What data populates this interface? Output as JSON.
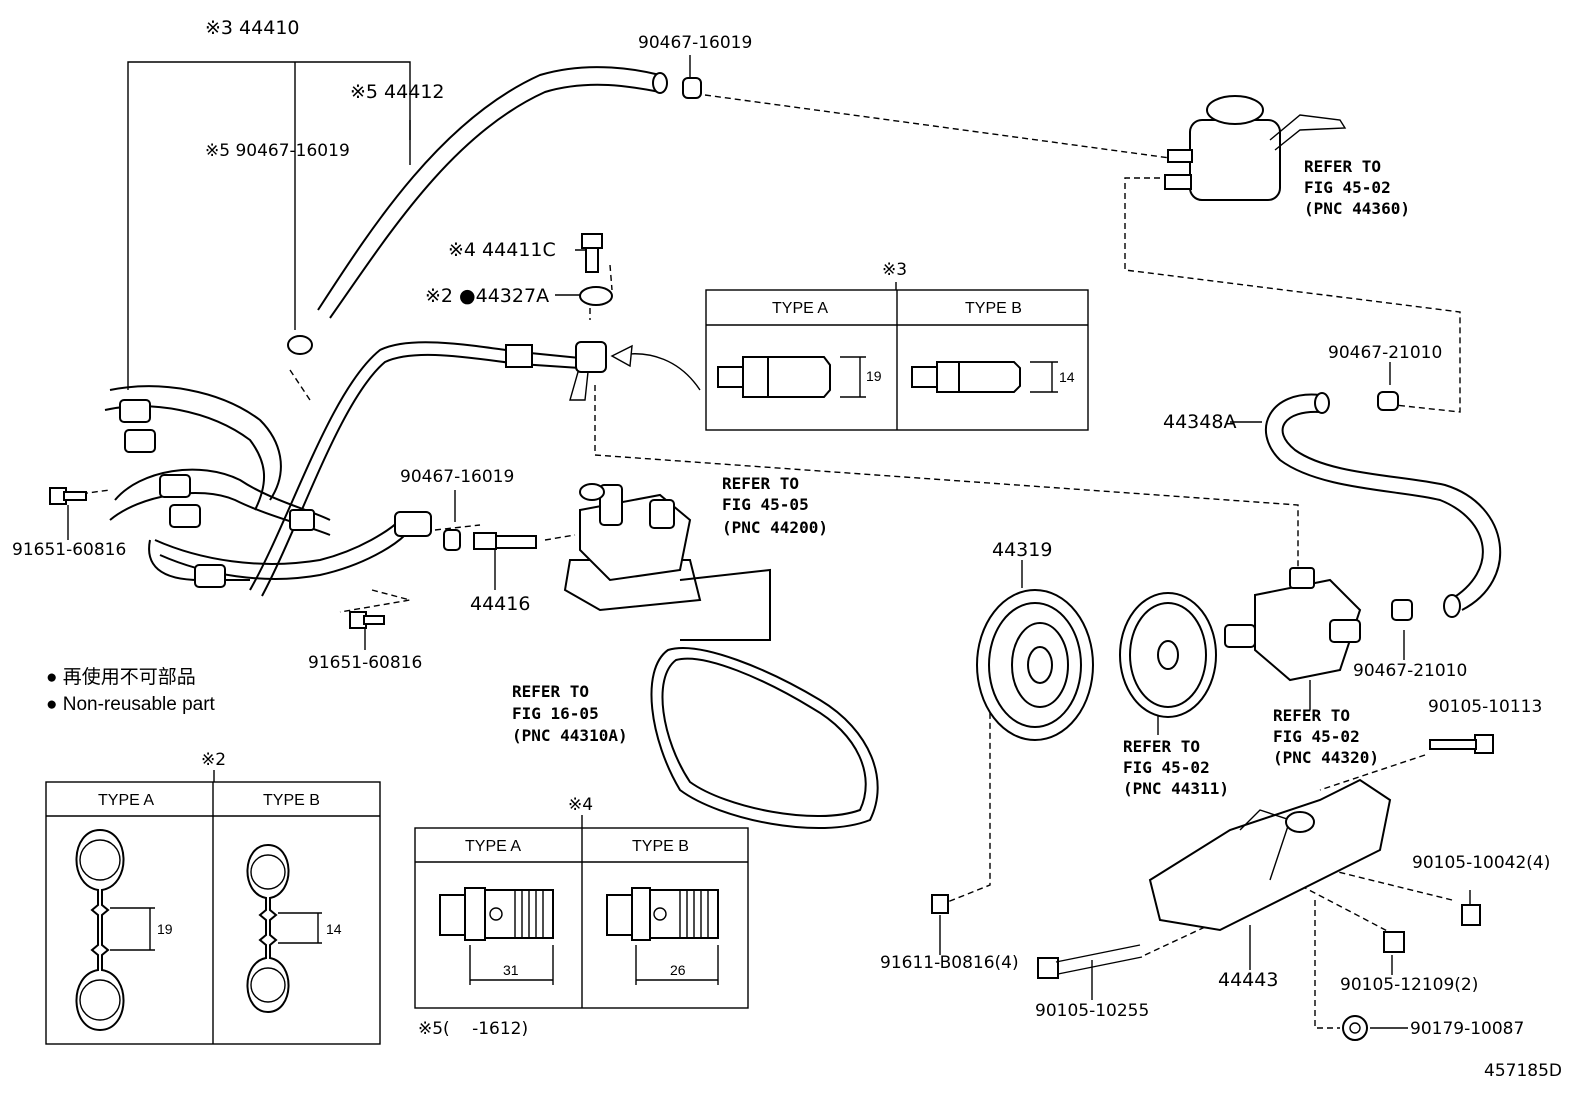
{
  "labels": {
    "p44410": "※3 44410",
    "p44412": "※5 44412",
    "p90467_top": "90467-16019",
    "p90467_s5": "※5 90467-16019",
    "p44411c": "※4 44411C",
    "p44327a": "※2 ●44327A",
    "p90467_mid": "90467-16019",
    "p91651_a": "91651-60816",
    "p91651_b": "91651-60816",
    "p44416": "44416",
    "p90467_21010_a": "90467-21010",
    "p44348a": "44348A",
    "p90467_21010_b": "90467-21010",
    "p44319": "44319",
    "p90105_10113": "90105-10113",
    "p90105_10042": "90105-10042(4)",
    "p91611": "91611-B0816(4)",
    "p90105_10255": "90105-10255",
    "p44443": "44443",
    "p90105_12109": "90105-12109(2)",
    "p90179": "90179-10087",
    "figure_id": "457185D"
  },
  "refs": {
    "reservoir": [
      "REFER TO",
      "FIG 45-02",
      "(PNC 44360)"
    ],
    "gear": [
      "REFER TO",
      "FIG 45-05",
      "(PNC 44200)"
    ],
    "belt": [
      "REFER TO",
      "FIG 16-05",
      "(PNC 44310A)"
    ],
    "pulley": [
      "REFER TO",
      "FIG 45-02",
      "(PNC 44311)"
    ],
    "pump": [
      "REFER TO",
      "FIG 45-02",
      "(PNC 44320)"
    ]
  },
  "legend": {
    "jp": "● 再使用不可部品",
    "en": "● Non-reusable part"
  },
  "box3": {
    "note": "※3",
    "type_a": "TYPE A",
    "type_b": "TYPE B",
    "dim_a": "19",
    "dim_b": "14"
  },
  "box2": {
    "note": "※2",
    "type_a": "TYPE A",
    "type_b": "TYPE B",
    "dim_a": "19",
    "dim_b": "14"
  },
  "box4": {
    "note": "※4",
    "type_a": "TYPE A",
    "type_b": "TYPE B",
    "dim_a": "31",
    "dim_b": "26"
  },
  "note5": "※5(　 -1612)"
}
